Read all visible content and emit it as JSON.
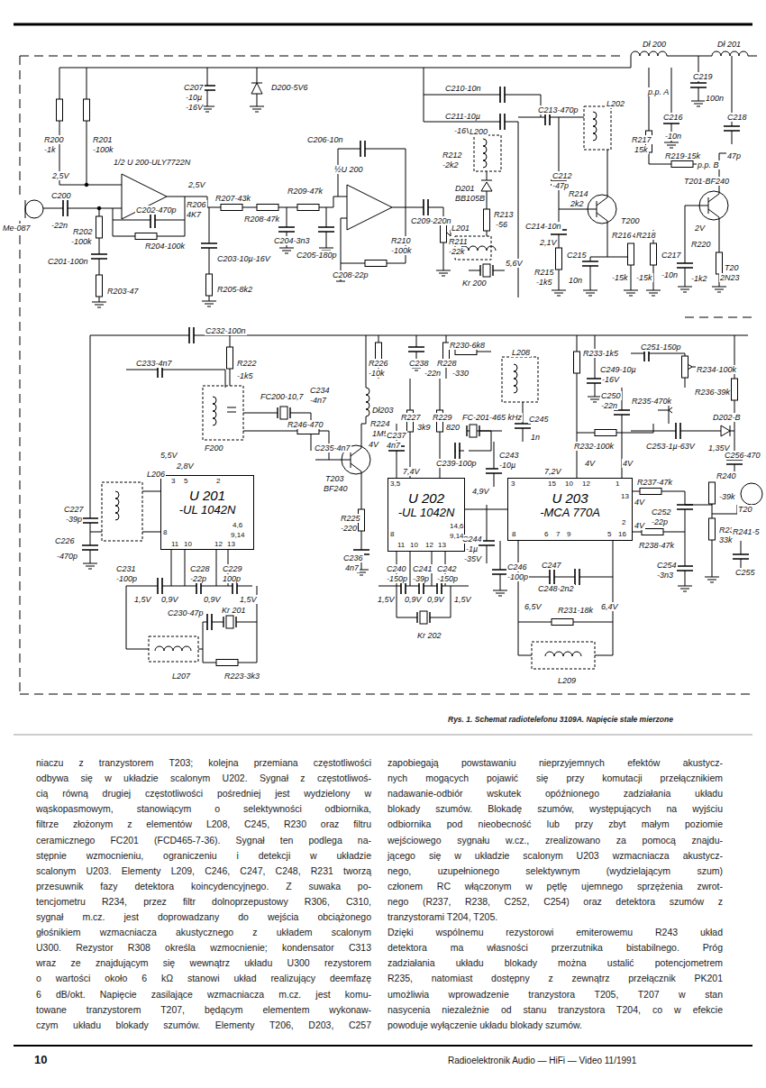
{
  "diagram": {
    "caption": "Rys. 1. Schemat radiotelefonu 3109A. Napięcie stałe mierzone",
    "nodes": [
      {
        "text": [
          "U 201",
          "-UL 1042N"
        ]
      },
      {
        "text": [
          "U 202",
          "-UL 1042N"
        ]
      },
      {
        "text": [
          "U 203",
          "-MCA 770A"
        ]
      }
    ],
    "edges": [
      {
        "from": 1,
        "to": 2,
        "arrow": "none"
      }
    ],
    "labels": [
      "Dł 200",
      "Dł 201",
      "C207",
      "-10µ",
      "-16V",
      "D200-5V6",
      "C210-10n",
      "C211-10µ",
      "-16V",
      "C213-470p",
      "L202",
      "C219",
      "100n",
      "p.p. A",
      "C216",
      "-10n",
      "R217",
      "15k",
      "R219-15k",
      "p.p. B",
      "T201-BF240",
      "C218",
      "47p",
      "Me-087",
      "R200",
      "-1k",
      "R201",
      "-100k",
      "1/2 U 200-ULY7722N",
      "2,5V",
      "2,5V",
      "C200",
      "-22n",
      "R202",
      "-100k",
      "C202-470p",
      "R206",
      "4K7",
      "R204-100k",
      "C201-100n",
      "R203-47",
      "R207-43k",
      "R208-47k",
      "R209-47k",
      "C206-10n",
      "½U 200",
      "C204-3n3",
      "C205-180p",
      "C203-10µ-16V",
      "R205-8k2",
      "C208-22p",
      "R210",
      "-100k",
      "C209-220n",
      "R212",
      "-2k2",
      "L200",
      "D201",
      "BB105B",
      "R213",
      "-56",
      "L201",
      "R211",
      "-22k",
      "Kr 200",
      "5,6V",
      "C212",
      "-47p",
      "R214",
      "2k2",
      "T200",
      "BF240",
      "C214-10n",
      "2,1V",
      "R215",
      "-1k5",
      "C215",
      "10n",
      "R216",
      "-15k",
      "R218",
      "-15k",
      "C217",
      "-10n",
      "R220",
      "-1k2",
      "2V",
      "T20",
      "2N23",
      "C232-100n",
      "R222",
      "-1k5",
      "C233-4n7",
      "FC200-10,7",
      "C234",
      "-4n7",
      "F200",
      "R226",
      "-10k",
      "C238",
      "-22n",
      "R228",
      "-330",
      "R230-6k8",
      "L208",
      "Dł203",
      "R224",
      "1M5",
      "4V",
      "R227",
      "3k9",
      "R229",
      "820",
      "FC-201-465 kHz",
      "C245",
      "1n",
      "R246-470",
      "C235-4n7",
      "C237",
      "4n7",
      "T203",
      "BF240",
      "C239-100p",
      "7,4V",
      "5,5V",
      "L206",
      "2,8V",
      "C227",
      "-39p",
      "C226",
      "-470p",
      "C231",
      "-100p",
      "C228",
      "-22p",
      "C229",
      "100p",
      "1,5V",
      "0,9V",
      "0,9V",
      "1,5V",
      "C230-47p",
      "Kr 201",
      "L207",
      "R223-3k3",
      "R225",
      "-220",
      "C236",
      "4n7",
      "C240",
      "-150p",
      "C241",
      "-39p",
      "C242",
      "-150p",
      "1,5V",
      "0,9V",
      "0,9V",
      "1,5V",
      "Kr 202",
      "C243",
      "-10µ",
      "4,9V",
      "C244",
      "-1µ",
      "-35V",
      "C246",
      "-100p",
      "7,2V",
      "C247",
      "C248-2n2",
      "6,5V",
      "6,4V",
      "R231-18k",
      "L209",
      "R233-1k5",
      "C251-150p",
      "C249-10µ",
      "-16V",
      "C250",
      "-22n",
      "R234-100k",
      "R235-470k",
      "R232-100k",
      "C253-1µ-63V",
      "R236-39k",
      "D202-B",
      "1,35V",
      "C256-470",
      "4V",
      "4V",
      "R237-47k",
      "C252",
      "-22p",
      "4V",
      "4V",
      "R238-47k",
      "C254",
      "-3n3",
      "R240",
      "-39k",
      "R239",
      "33k",
      "R241-5",
      "C255",
      "T20",
      "3",
      "5",
      "2",
      "4,6",
      "9,14",
      "8",
      "11",
      "10",
      "12",
      "13",
      "3,5",
      "14,6",
      "9,14",
      "8",
      "11",
      "10",
      "12",
      "13",
      "3",
      "15",
      "10",
      "12",
      "1",
      "13",
      "2",
      "8",
      "6",
      "7",
      "9",
      "5",
      "16",
      "niaczu z tranzystorem T203; kolejna przemiana częstotliwości",
      "odbywa się w układzie scalonym U202. Sygnał z częstotliwoś-",
      "cią równą drugiej częstotliwości pośredniej jest wydzielony w",
      "wąskopasmowym, stanowiącym o selektywności odbiornika,",
      "filtrze złożonym z elementów L208, C245, R230 oraz filtru",
      "ceramicznego FC201 (FCD465-7-36). Sygnał ten podlega na-",
      "stępnie wzmocnieniu, ograniczeniu i detekcji w układzie",
      "scalonym U203. Elementy L209, C246, C247, C248, R231 tworzą",
      "przesuwnik fazy detektora koincydencyjnego. Z suwaka po-",
      "tencjometru R234, przez filtr dolnoprzepustowy R306, C310,",
      "sygnał m.cz. jest doprowadzany do wejścia obciążonego",
      "głośnikiem wzmacniacza akustycznego z układem scalonym",
      "U300. Rezystor R308 określa wzmocnienie; kondensator C313",
      "wraz ze znajdującym się wewnątrz układu U300 rezystorem",
      "o wartości około 6 kΩ stanowi układ realizujący deemfazę",
      "6 dB/okt. Napięcie zasilające wzmacniacza m.cz. jest komu-",
      "towane tranzystorem T207, będącym elementem wykonaw-",
      "czym układu blokady szumów. Elementy T206, D203, C257",
      "zapobiegają powstawaniu nieprzyjemnych efektów akustycz-",
      "nych mogących pojawić się przy komutacji przełącznikiem",
      "nadawanie-odbiór wskutek opóźnionego zadziałania układu",
      "blokady szumów. Blokadę szumów, występujących na wyjściu",
      "odbiornika pod nieobecność lub przy zbyt małym poziomie",
      "wejściowego sygnału w.cz., zrealizowano za pomocą znajdu-",
      "jącego się w układzie scalonym U203 wzmacniacza akustycz-",
      "nego, uzupełnionego selektywnym (wydzielającym szum)",
      "członem RC włączonym w pętlę ujemnego sprzężenia zwrot-",
      "nego (R237, R238, C252, C254) oraz detektora szumów z",
      "tranzystorami T204, T205.",
      "Dzięki wspólnemu rezystorowi emiterowemu R243 układ",
      "detektora ma własności przerzutnika bistabilnego. Próg",
      "zadziałania układu blokady można ustalić potencjometrem",
      "R235, natomiast dostępny z zewnątrz przełącznik PK201",
      "umożliwia wprowadzenie tranzystora T205, T207 w stan",
      "nasycenia niezależnie od stanu tranzystora T204, co w efekcie",
      "powoduje wyłączenie układu blokady szumów.",
      "10",
      "Radioelektronik Audio — HiFi — Video 11/1991"
    ]
  }
}
